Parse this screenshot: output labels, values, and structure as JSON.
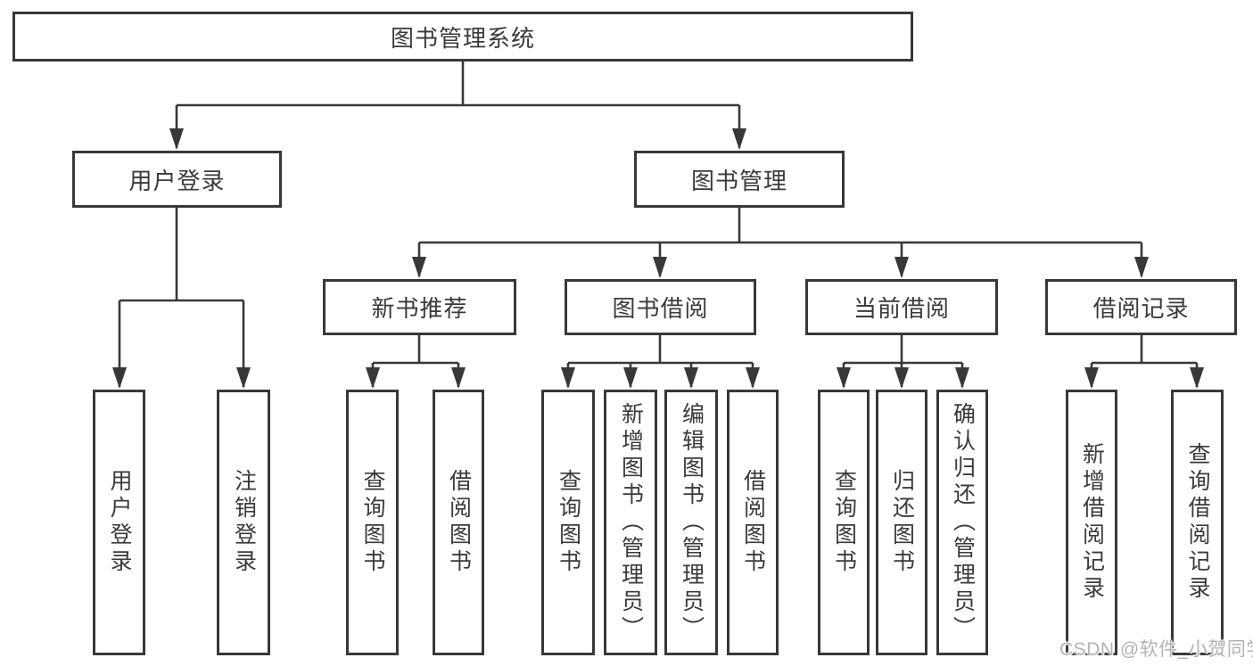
{
  "diagram": {
    "root": {
      "label": "图书管理系统"
    },
    "branches": {
      "user_login": {
        "label": "用户登录",
        "children": [
          {
            "label": "用户登录"
          },
          {
            "label": "注销登录"
          }
        ]
      },
      "book_mgmt": {
        "label": "图书管理",
        "groups": [
          {
            "label": "新书推荐",
            "children": [
              {
                "label": "查询图书"
              },
              {
                "label": "借阅图书"
              }
            ]
          },
          {
            "label": "图书借阅",
            "children": [
              {
                "label": "查询图书"
              },
              {
                "label": "新增图书（管理员）"
              },
              {
                "label": "编辑图书（管理员）"
              },
              {
                "label": "借阅图书"
              }
            ]
          },
          {
            "label": "当前借阅",
            "children": [
              {
                "label": "查询图书"
              },
              {
                "label": "归还图书"
              },
              {
                "label": "确认归还（管理员）"
              }
            ]
          },
          {
            "label": "借阅记录",
            "children": [
              {
                "label": "新增借阅记录"
              },
              {
                "label": "查询借阅记录"
              }
            ]
          }
        ]
      }
    },
    "watermark": "CSDN @软件_小贺同学",
    "colors": {
      "line": "#383838",
      "text": "#3a3a3a",
      "watermark_text": "#b3b3b3",
      "background": "#ffffff"
    }
  }
}
